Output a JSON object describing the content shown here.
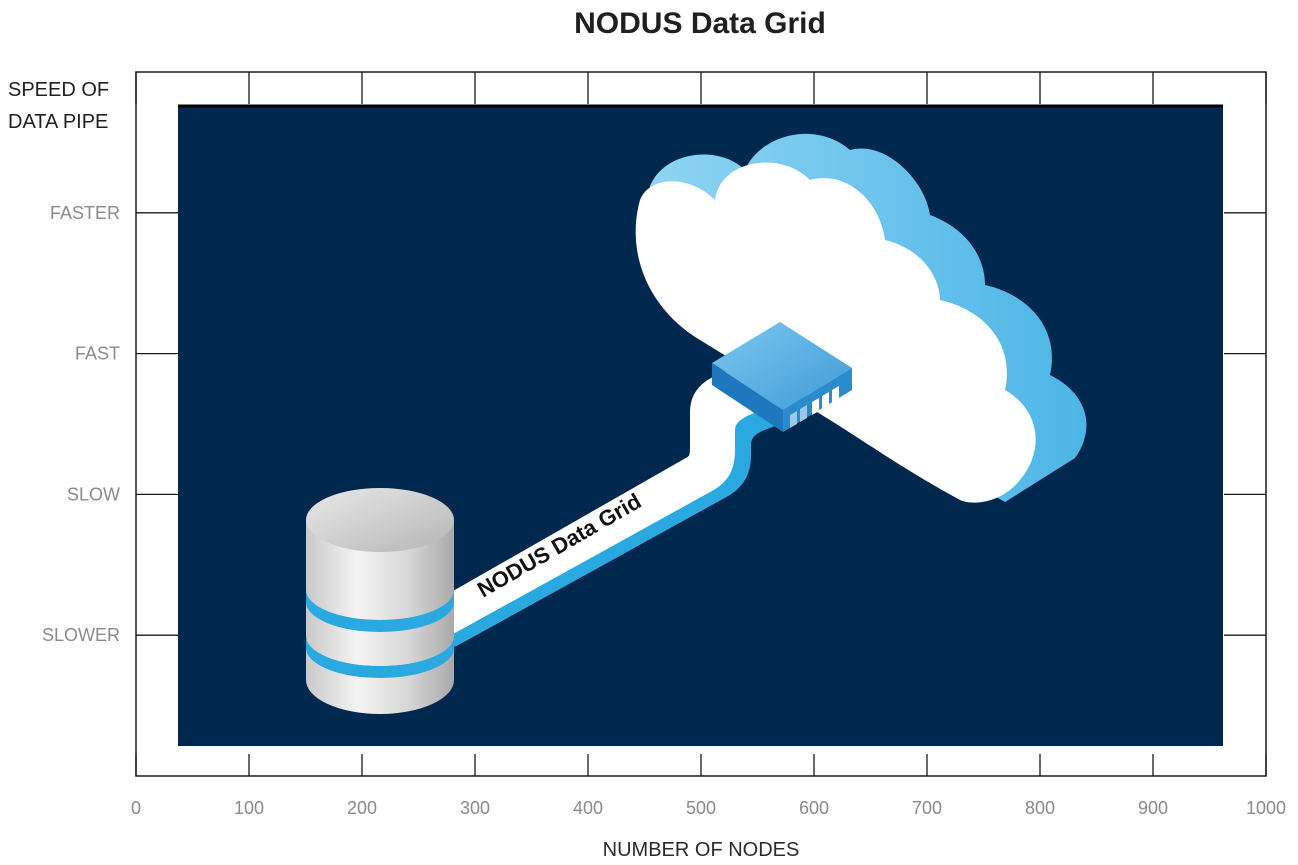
{
  "chart_data": {
    "type": "scatter",
    "title": "NODUS Data Grid",
    "ylabel_lines": [
      "SPEED OF",
      "DATA PIPE"
    ],
    "xlabel": "NUMBER OF NODES",
    "xlim": [
      0,
      1000
    ],
    "x_ticks": [
      0,
      100,
      200,
      300,
      400,
      500,
      600,
      700,
      800,
      900,
      1000
    ],
    "y_categories": [
      "SLOWER",
      "SLOW",
      "FAST",
      "FASTER"
    ],
    "grid": false,
    "series": []
  },
  "illustration": {
    "pipe_label": "NODUS Data Grid",
    "icons": [
      "database-icon",
      "network-switch-icon",
      "cloud-icon"
    ],
    "colors": {
      "panel": "#00284f",
      "accent": "#29a8e0",
      "cloud_side": "#5bbde9",
      "switch": "#4aa6df"
    }
  }
}
